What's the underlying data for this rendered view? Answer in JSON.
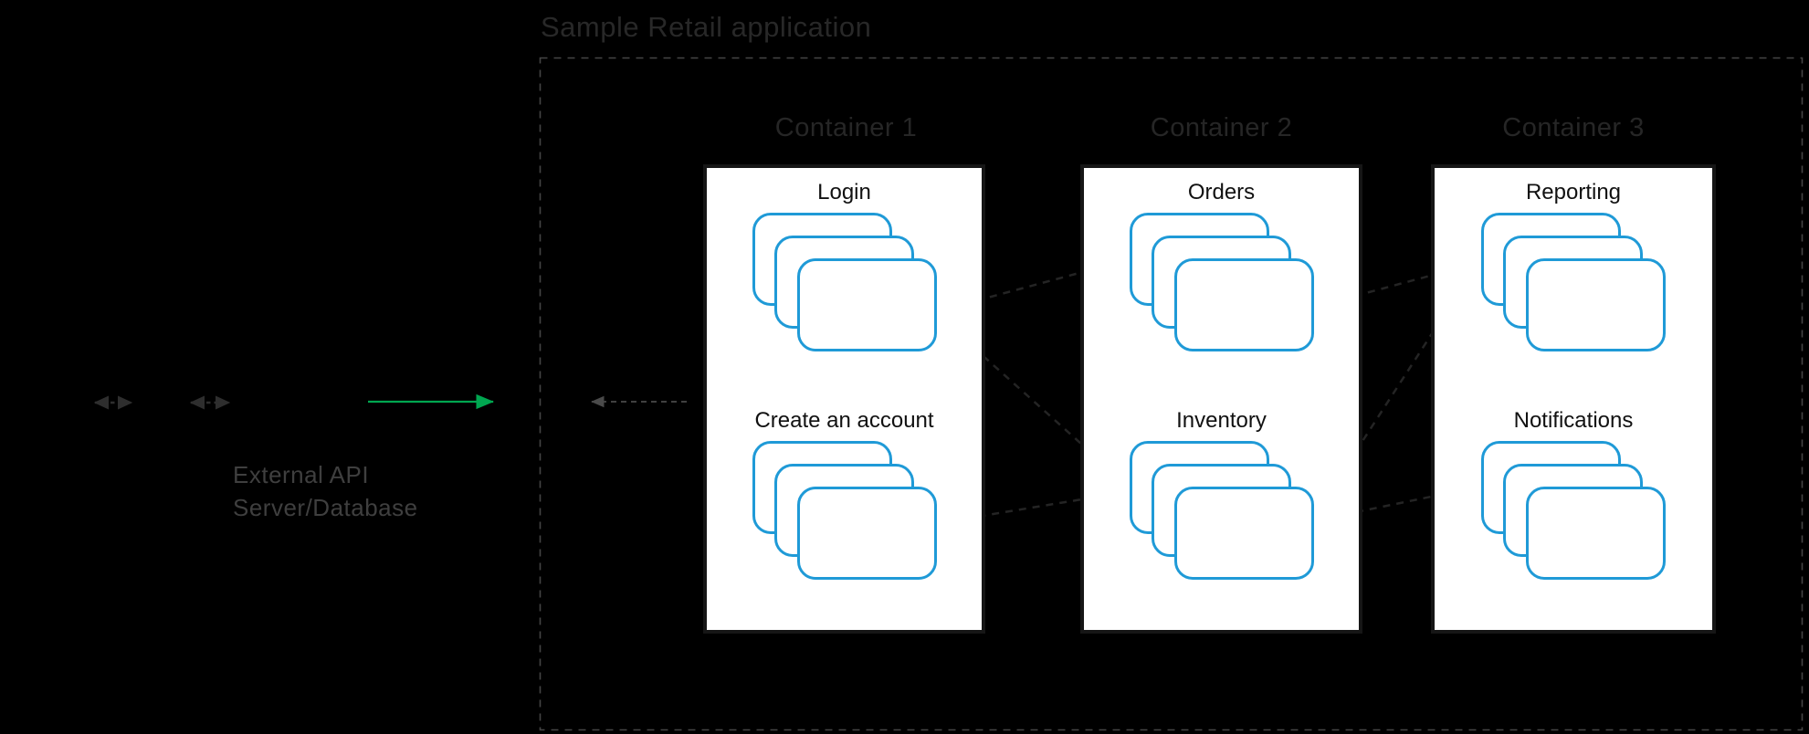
{
  "diagram": {
    "title": "Sample Retail application",
    "background_color": "#000000",
    "card_border_color": "#1f9ad7",
    "green_arrow_color": "#00a650",
    "boundary_style": "dashed"
  },
  "external_system": {
    "line1": "External API",
    "line2": "Server/Database"
  },
  "containers": [
    {
      "label": "Container 1",
      "services": [
        {
          "name": "Login"
        },
        {
          "name": "Create an account"
        }
      ]
    },
    {
      "label": "Container 2",
      "services": [
        {
          "name": "Orders"
        },
        {
          "name": "Inventory"
        }
      ]
    },
    {
      "label": "Container 3",
      "services": [
        {
          "name": "Reporting"
        },
        {
          "name": "Notifications"
        }
      ]
    }
  ],
  "connections": [
    {
      "id": "left-small-arrow-1",
      "style": "dashed",
      "direction": "both"
    },
    {
      "id": "left-small-arrow-2",
      "style": "dashed",
      "direction": "both"
    },
    {
      "id": "external-to-boundary",
      "style": "solid",
      "color": "#00a650",
      "direction": "right"
    },
    {
      "id": "boundary-to-external",
      "style": "dashed",
      "direction": "left"
    },
    {
      "from": "Login",
      "to": "Orders",
      "style": "dashed",
      "direction": "both"
    },
    {
      "from": "Login",
      "to": "Inventory",
      "style": "dashed",
      "direction": "to"
    },
    {
      "from": "Create an account",
      "to": "Inventory",
      "style": "dashed",
      "direction": "both"
    },
    {
      "from": "Orders",
      "to": "Reporting",
      "style": "dashed",
      "direction": "both"
    },
    {
      "from": "Reporting",
      "to": "Inventory",
      "style": "dashed",
      "direction": "both"
    },
    {
      "from": "Inventory",
      "to": "Notifications",
      "style": "dashed",
      "direction": "to"
    }
  ]
}
